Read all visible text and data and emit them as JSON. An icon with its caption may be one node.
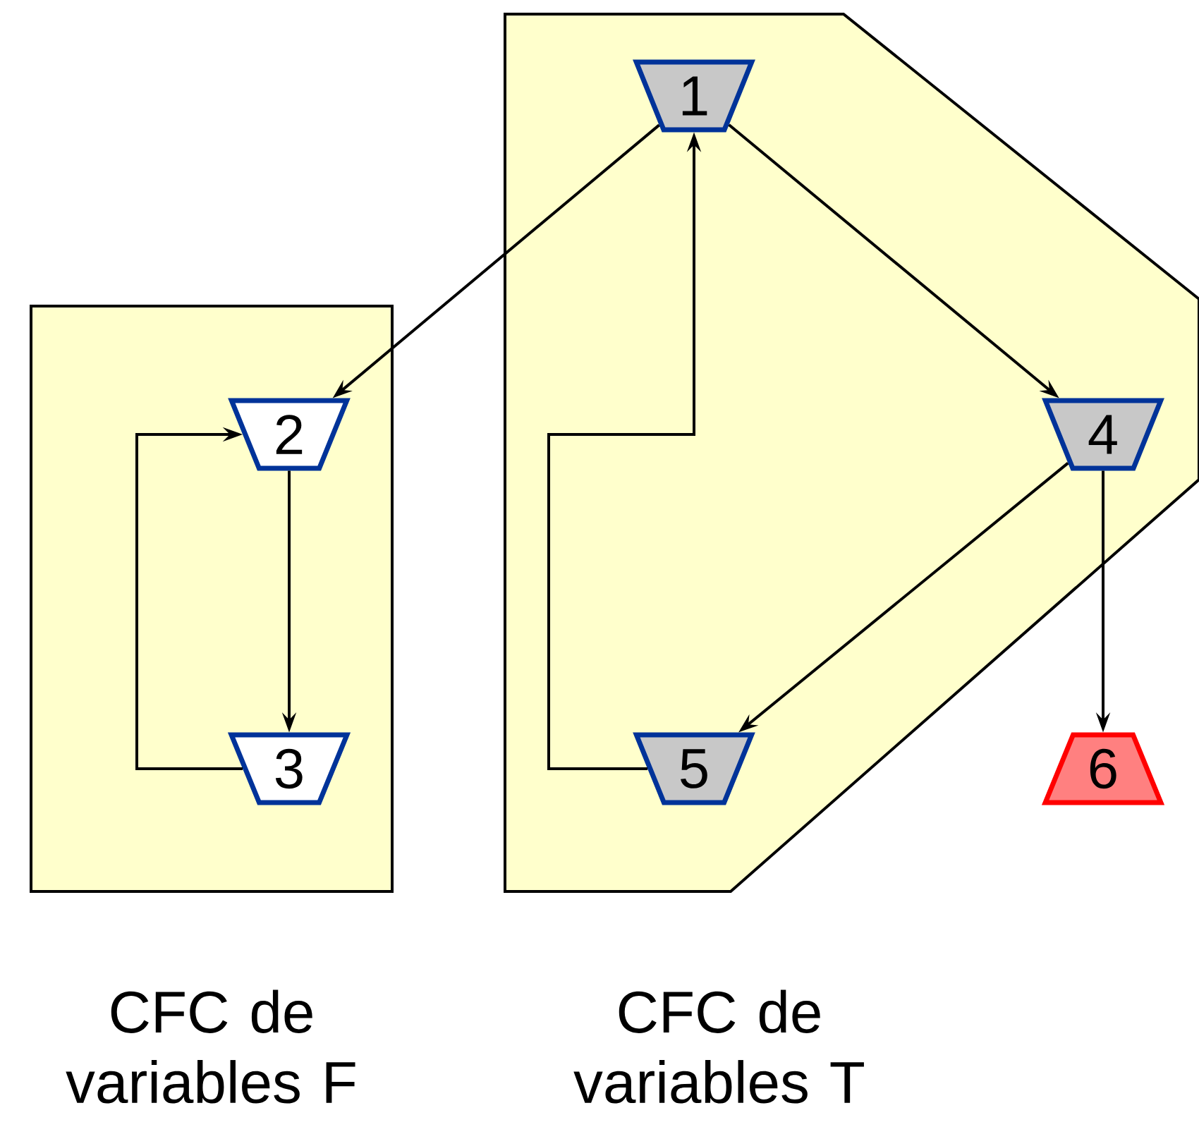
{
  "diagram": {
    "nodes": [
      {
        "text": [
          "CFC de variables F"
        ]
      },
      {
        "text": [
          "2"
        ],
        "in": 0
      },
      {
        "text": [
          "3"
        ],
        "in": 0
      },
      {
        "text": [
          "CFC de variables T"
        ]
      },
      {
        "text": [
          "1"
        ],
        "in": 3
      },
      {
        "text": [
          "4"
        ],
        "in": 3
      },
      {
        "text": [
          "5"
        ],
        "in": 3
      },
      {
        "text": [
          "6"
        ]
      }
    ],
    "edges": [
      {
        "from": 4,
        "to": 1,
        "arrow": "to"
      },
      {
        "from": 1,
        "to": 2,
        "arrow": "to"
      },
      {
        "from": 2,
        "to": 1,
        "arrow": "to"
      },
      {
        "from": 4,
        "to": 5,
        "arrow": "to"
      },
      {
        "from": 5,
        "to": 6,
        "arrow": "to"
      },
      {
        "from": 6,
        "to": 4,
        "arrow": "to"
      },
      {
        "from": 5,
        "to": 7,
        "arrow": "to"
      }
    ]
  }
}
